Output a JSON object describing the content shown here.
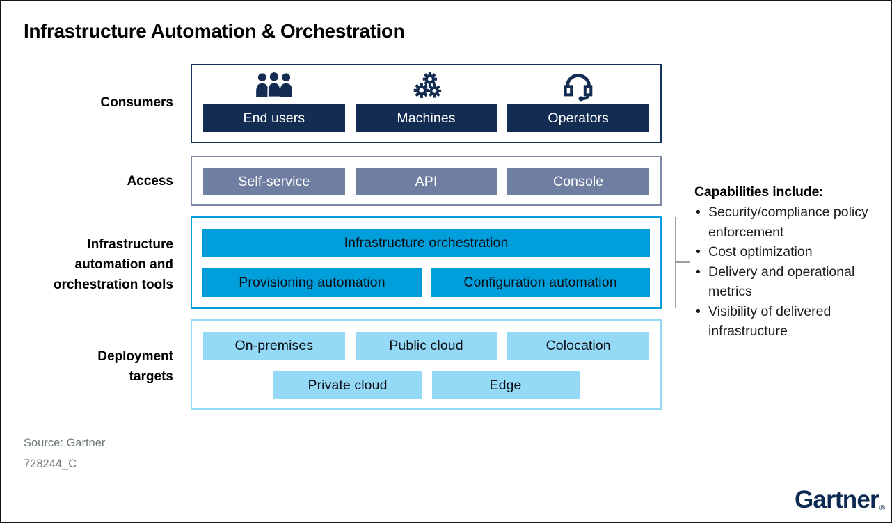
{
  "page": {
    "title": "Infrastructure Automation & Orchestration"
  },
  "diagram": {
    "consumers": {
      "label": "Consumers",
      "icons": [
        "users-group-icon",
        "gears-icon",
        "headset-icon"
      ],
      "items": [
        "End users",
        "Machines",
        "Operators"
      ]
    },
    "access": {
      "label": "Access",
      "items": [
        "Self-service",
        "API",
        "Console"
      ]
    },
    "tools": {
      "label": "Infrastructure automation and orchestration tools",
      "full": "Infrastructure orchestration",
      "items": [
        "Provisioning automation",
        "Configuration automation"
      ]
    },
    "deployment": {
      "label": "Deployment targets",
      "row1": [
        "On-premises",
        "Public cloud",
        "Colocation"
      ],
      "row2": [
        "Private cloud",
        "Edge"
      ]
    }
  },
  "capabilities": {
    "heading": "Capabilities include:",
    "bullet": "•",
    "items": [
      "Security/compliance policy enforcement",
      "Cost optimization",
      "Delivery and operational metrics",
      "Visibility of delivered infrastructure"
    ]
  },
  "footer": {
    "source": "Source: Gartner",
    "code": "728244_C",
    "logo": "Gartner",
    "trademark": "®"
  },
  "colors": {
    "navy": "#132c51",
    "slate": "#6f7ea1",
    "bright_blue": "#009fdb",
    "light_blue": "#94d9f6",
    "logo_navy": "#0c2a52",
    "bracket_gray": "#9aa0a3"
  }
}
